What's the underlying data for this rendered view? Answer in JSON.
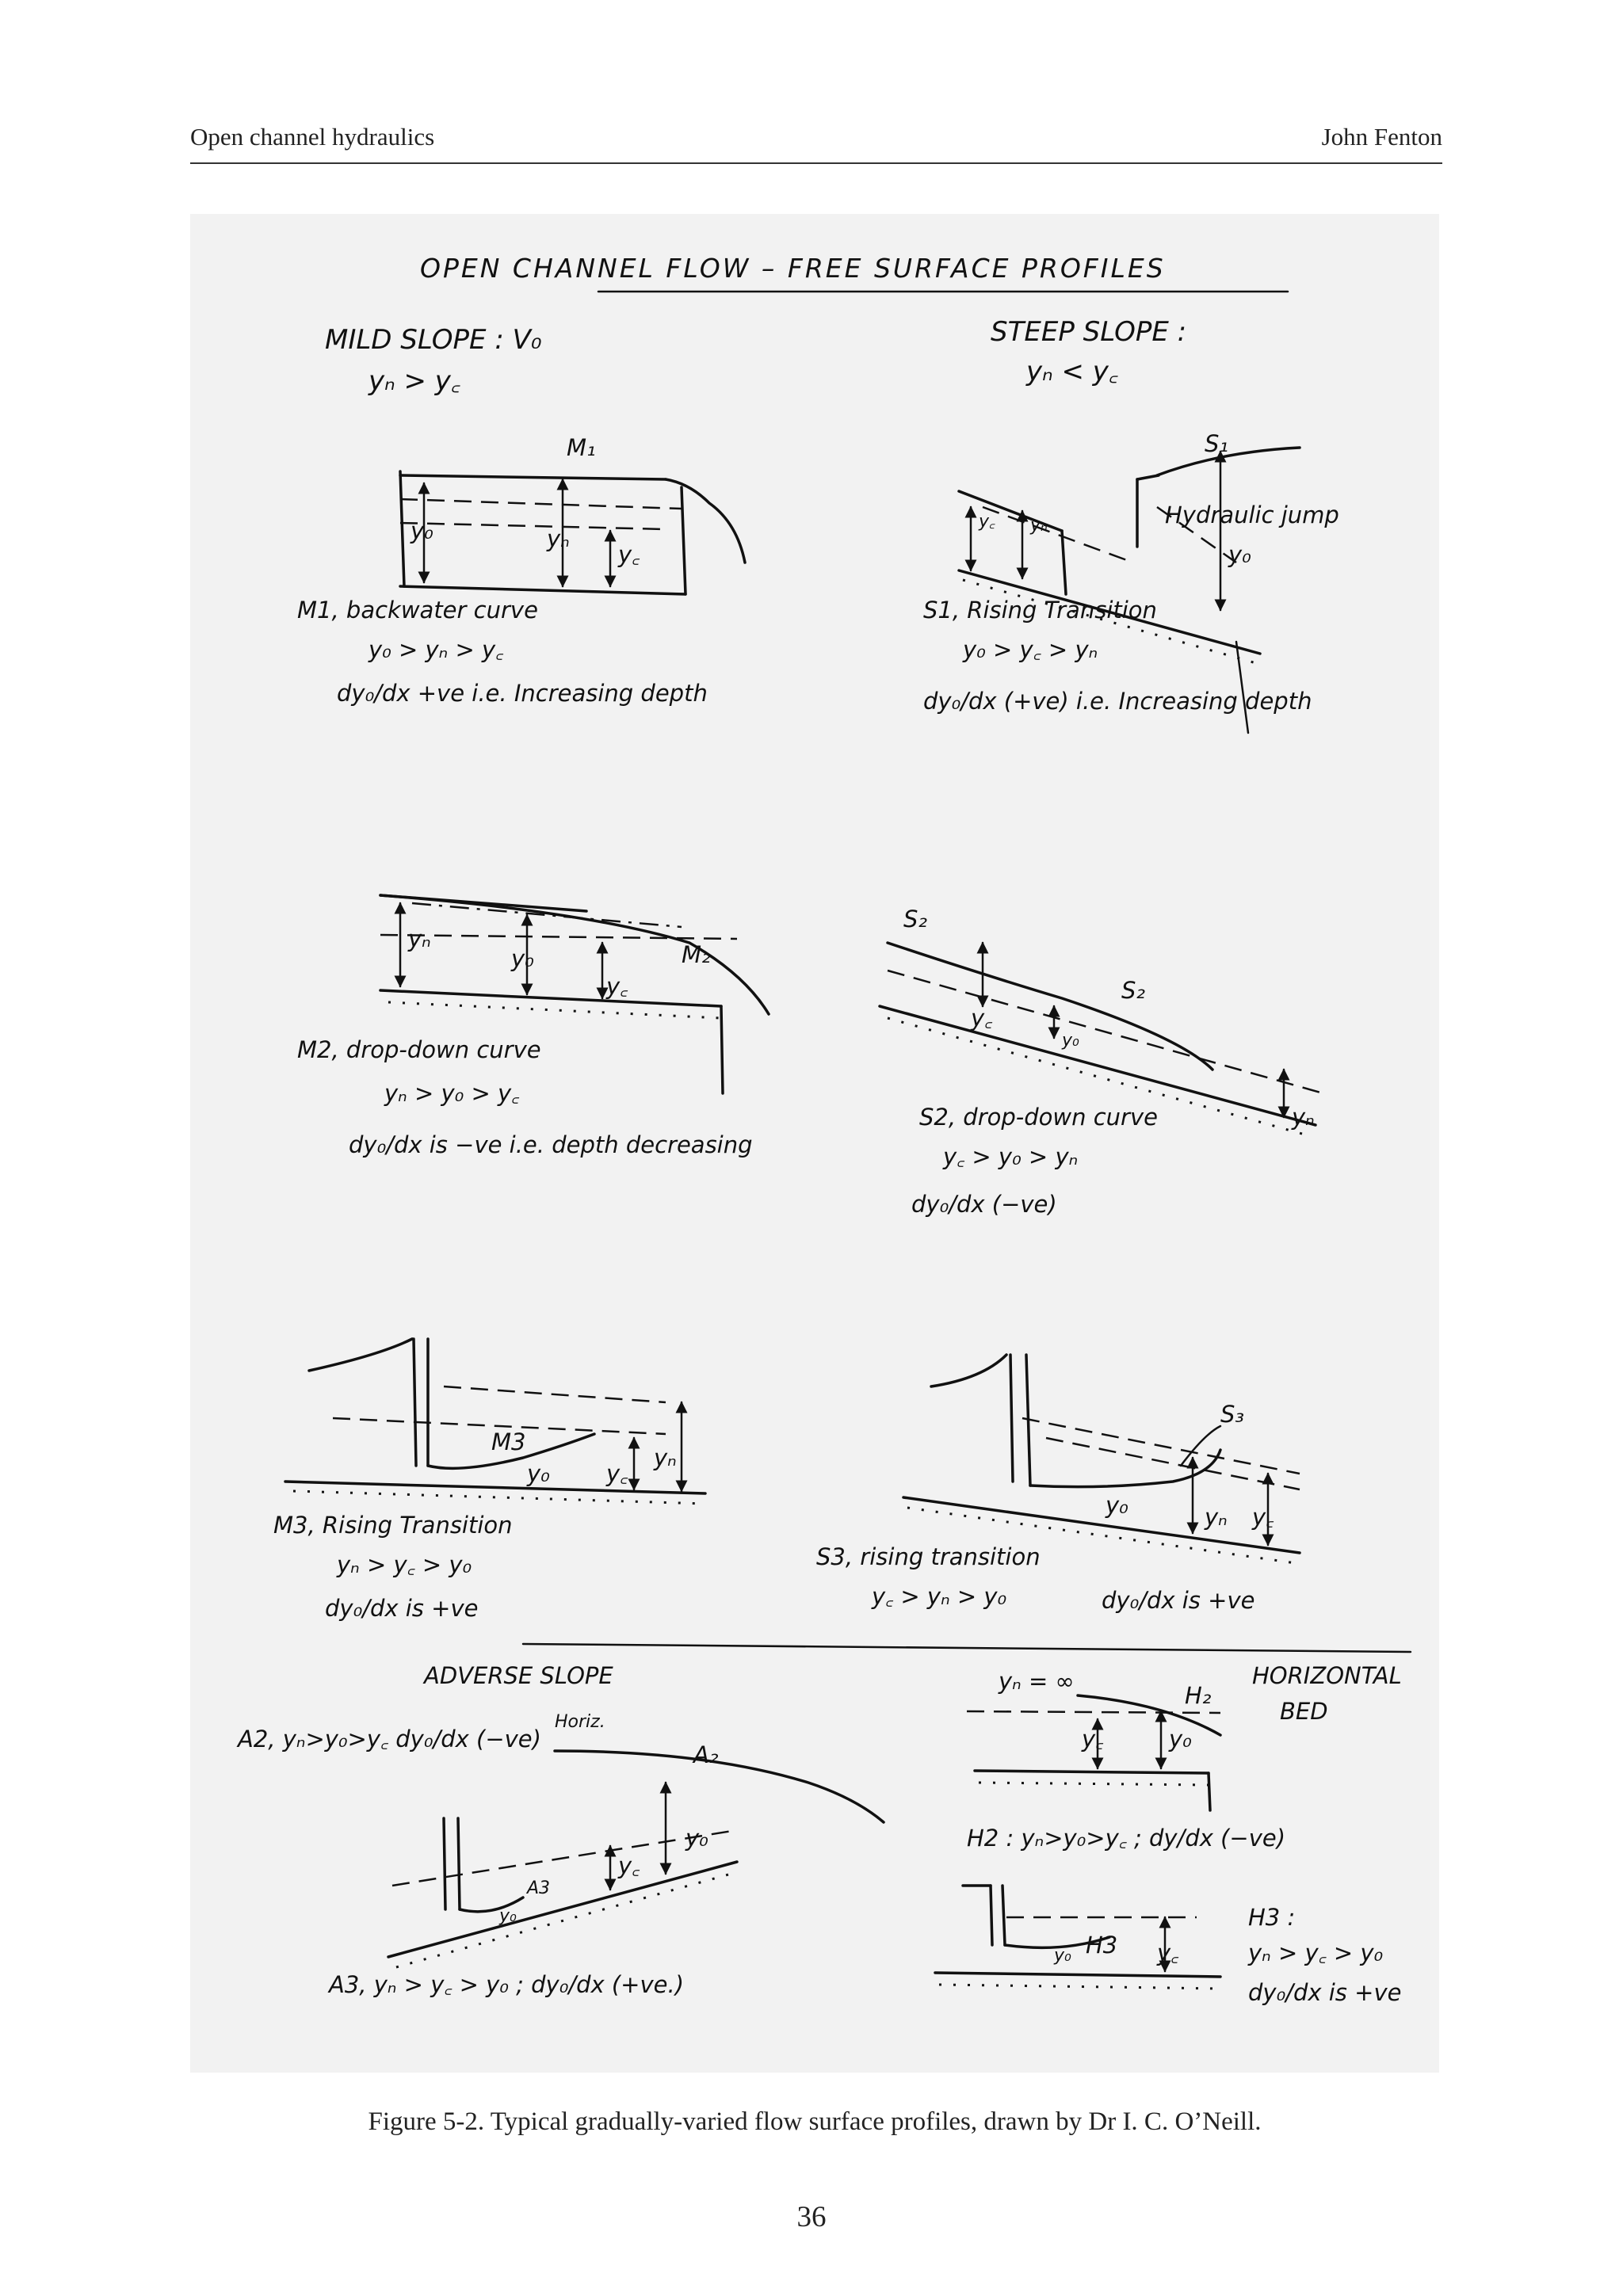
{
  "running_head": {
    "left": "Open channel hydraulics",
    "right": "John Fenton"
  },
  "figure": {
    "title": "OPEN CHANNEL FLOW – FREE SURFACE PROFILES",
    "mild": {
      "heading": "MILD SLOPE : V₀",
      "condition": "yₙ > y꜀",
      "m1": {
        "label": "M₁",
        "name": "M1, backwater curve",
        "relation": "y₀ > yₙ > y꜀",
        "gradient": "dy₀/dx  +ve  i.e. Increasing depth"
      },
      "m2": {
        "label": "M₂",
        "name": "M2, drop-down curve",
        "relation": "yₙ > y₀ > y꜀",
        "gradient": "dy₀/dx  is −ve  i.e. depth decreasing"
      },
      "m3": {
        "label": "M3",
        "name": "M3, Rising Transition",
        "relation": "yₙ > y꜀ > y₀",
        "gradient": "dy₀/dx  is +ve"
      }
    },
    "steep": {
      "heading": "STEEP SLOPE :",
      "condition": "yₙ < y꜀",
      "s1": {
        "label": "S₁",
        "jump_label": "Hydraulic jump",
        "name": "S1, Rising Transition",
        "relation": "y₀ > y꜀ > yₙ",
        "gradient": "dy₀/dx  (+ve)  i.e. Increasing depth"
      },
      "s2": {
        "label": "S₂",
        "name": "S2, drop-down curve",
        "relation": "y꜀ > y₀ > yₙ",
        "gradient": "dy₀/dx  (−ve)"
      },
      "s3": {
        "label": "S₃",
        "name": "S3, rising transition",
        "relation": "y꜀ > yₙ > y₀",
        "gradient": "dy₀/dx  is +ve"
      }
    },
    "adverse": {
      "heading": "ADVERSE SLOPE",
      "a2": {
        "label": "A₂",
        "relation": "A2, yₙ>y₀>y꜀   dy₀/dx (−ve)",
        "horiz": "Horiz."
      },
      "a3": {
        "label": "A3",
        "relation": "A3, yₙ > y꜀ > y₀ ;  dy₀/dx  (+ve.)"
      }
    },
    "horizontal": {
      "heading_1": "HORIZONTAL",
      "heading_2": "BED",
      "yn_inf": "yₙ = ∞",
      "h2": {
        "label": "H₂",
        "relation": "H2 :  yₙ>y₀>y꜀ ;  dy/dx  (−ve)"
      },
      "h3": {
        "label": "H3",
        "name": "H3 :",
        "relation": "yₙ > y꜀ > y₀",
        "gradient": "dy₀/dx  is +ve"
      }
    },
    "depth_labels": {
      "y0": "y₀",
      "yn": "yₙ",
      "yc": "y꜀"
    }
  },
  "caption": "Figure 5-2. Typical gradually-varied flow surface profiles, drawn by Dr I. C. O’Neill.",
  "page_number": "36"
}
